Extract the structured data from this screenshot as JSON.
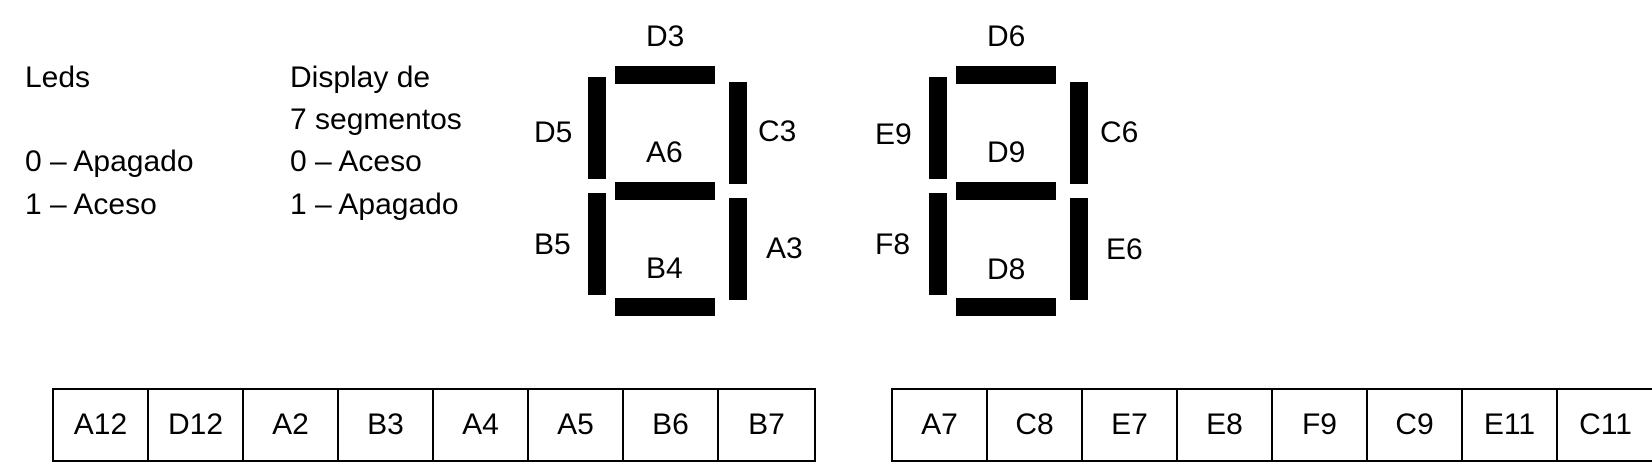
{
  "legend": {
    "leds": {
      "title": "Leds",
      "line0": "0 – Apagado",
      "line1": "1 – Aceso"
    },
    "display": {
      "title_line1": "Display de",
      "title_line2": "7 segmentos",
      "line0": "0 – Aceso",
      "line1": "1 – Apagado"
    }
  },
  "displays": [
    {
      "top": "D3",
      "upper_left": "D5",
      "upper_right": "C3",
      "middle": "A6",
      "lower_left": "B5",
      "lower_right": "A3",
      "bottom": "B4"
    },
    {
      "top": "D6",
      "upper_left": "E9",
      "upper_right": "C6",
      "middle": "D9",
      "lower_left": "F8",
      "lower_right": "E6",
      "bottom": "D8"
    }
  ],
  "tables": [
    {
      "cells": [
        "A12",
        "D12",
        "A2",
        "B3",
        "A4",
        "A5",
        "B6",
        "B7"
      ]
    },
    {
      "cells": [
        "A7",
        "C8",
        "E7",
        "E8",
        "F9",
        "C9",
        "E11",
        "C11"
      ]
    }
  ]
}
